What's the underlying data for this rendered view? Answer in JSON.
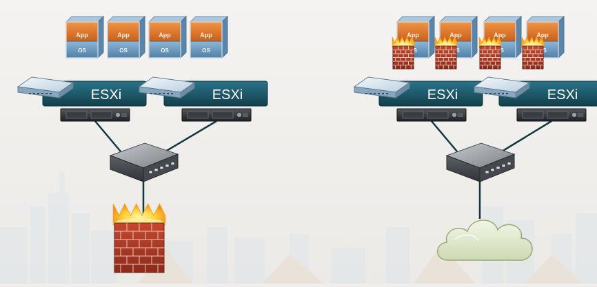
{
  "diagram": {
    "left_panel": {
      "vm_count": 4,
      "vm_app_label": "App",
      "vm_os_label": "OS",
      "vm_firewalls": false,
      "hosts": [
        {
          "label": "ESXi"
        },
        {
          "label": "ESXi"
        }
      ],
      "bottom_node": "firewall-icon"
    },
    "right_panel": {
      "vm_count": 4,
      "vm_app_label": "App",
      "vm_os_label": "OS",
      "vm_firewalls": true,
      "hosts": [
        {
          "label": "ESXi"
        },
        {
          "label": "ESXi"
        }
      ],
      "bottom_node": "cloud-icon"
    }
  },
  "colors": {
    "background": "#efeeec",
    "host_bar": "#1d5a6c",
    "vm_orange": "#e07a2a",
    "vm_blue": "#6f9cc0",
    "switch_gray": "#7d8186",
    "firewall_brick": "#b23a26",
    "cloud_green": "#dfe8c9",
    "link_line": "#12383f"
  }
}
